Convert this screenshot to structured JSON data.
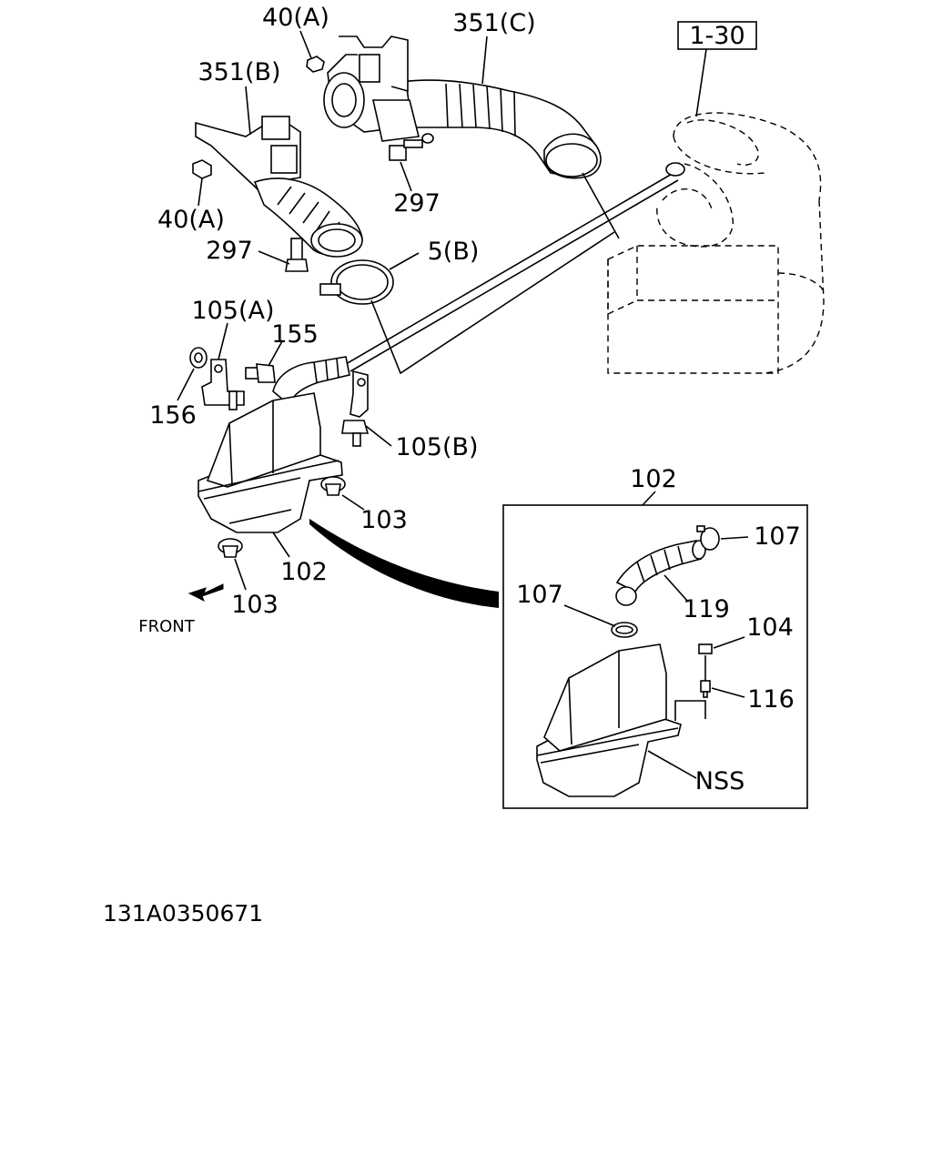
{
  "diagram_code": "131A0350671",
  "ref_box": "1-30",
  "front_label": "FRONT",
  "labels": {
    "p40a_top": "40(A)",
    "p351c": "351(C)",
    "p351b": "351(B)",
    "p40a_left": "40(A)",
    "p297_right": "297",
    "p297_left": "297",
    "p5b": "5(B)",
    "p105a": "105(A)",
    "p155": "155",
    "p156": "156",
    "p105b": "105(B)",
    "p103_right": "103",
    "p102_main": "102",
    "p103_bottom": "103"
  },
  "inset": {
    "title": "102",
    "labels": {
      "p107_right": "107",
      "p107_left": "107",
      "p119": "119",
      "p104": "104",
      "p116": "116",
      "nss": "NSS"
    }
  }
}
